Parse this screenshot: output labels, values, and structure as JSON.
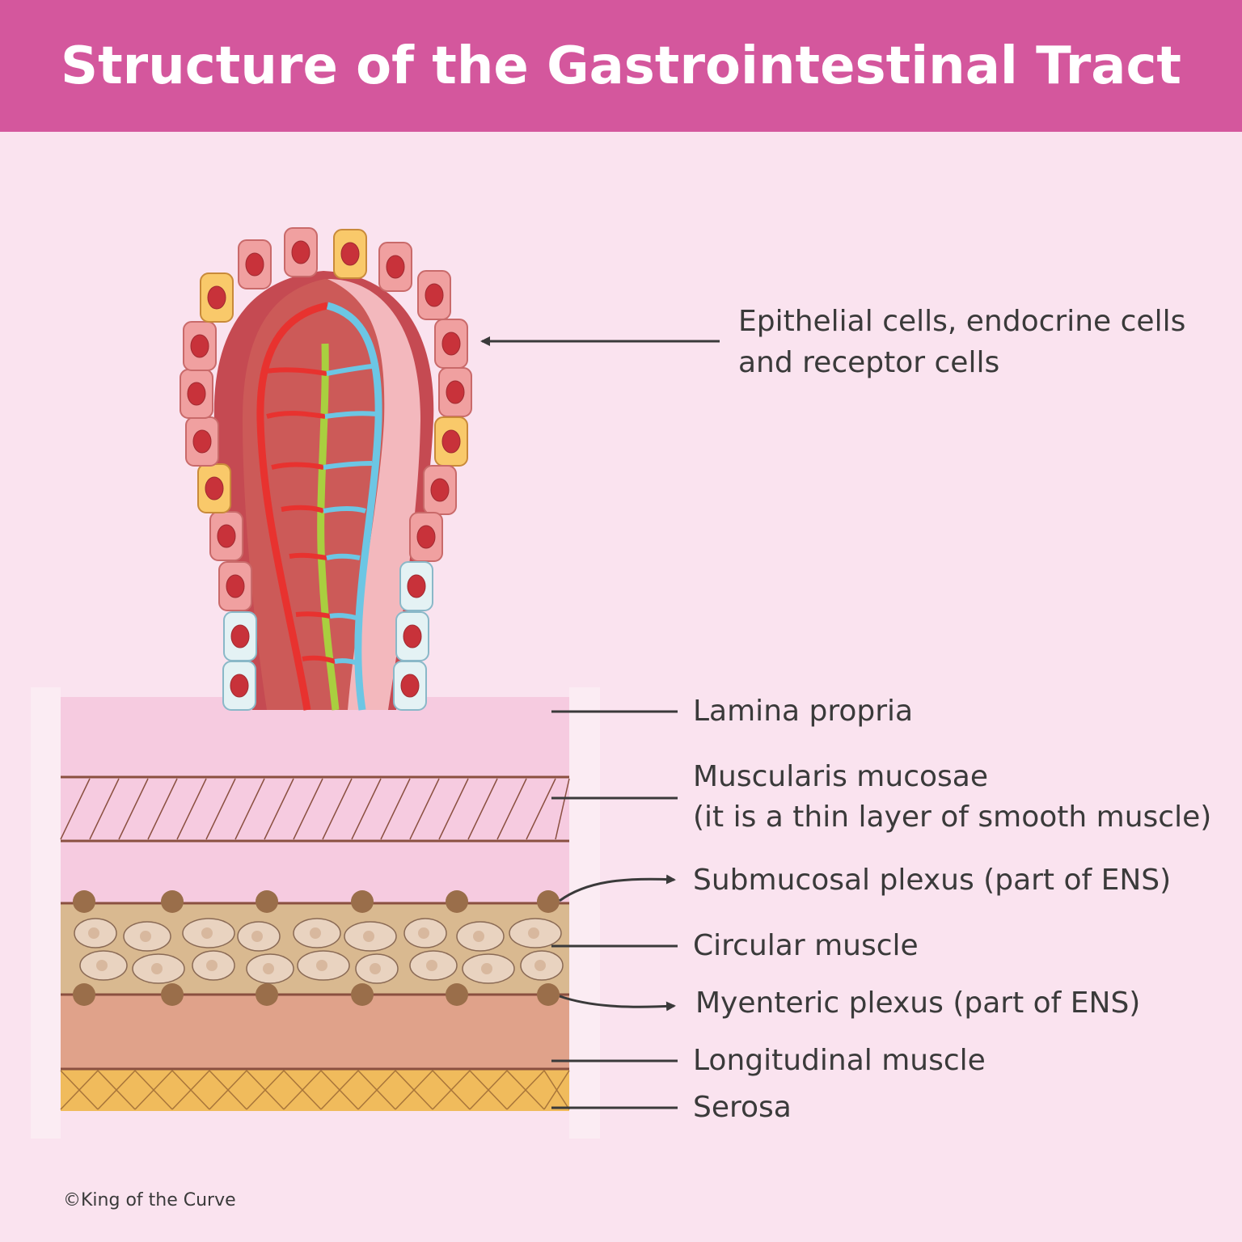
{
  "title": "Structure of the Gastrointestinal Tract",
  "labels": {
    "epithelial_line1": "Epithelial cells, endocrine cells",
    "epithelial_line2": "and receptor cells",
    "lamina_propria": "Lamina propria",
    "muscularis_line1": "Muscularis mucosae",
    "muscularis_line2": "(it is a thin layer of smooth muscle)",
    "submucosal": "Submucosal plexus (part of ENS)",
    "circular": "Circular muscle",
    "myenteric": "Myenteric plexus (part of ENS)",
    "longitudinal": "Longitudinal muscle",
    "serosa": "Serosa"
  },
  "credit": "©King of the Curve",
  "colors": {
    "header": "#d4579d",
    "background": "#fae3ef",
    "lamina_propria": "#f6cbe0",
    "circular_muscle": "#d9b990",
    "longitudinal_muscle": "#e0a28a",
    "serosa": "#f0bb5c",
    "plexus_node": "#9a6e4a",
    "artery": "#e8322f",
    "vein": "#6cc6e4",
    "lacteal": "#a9cf3f"
  }
}
